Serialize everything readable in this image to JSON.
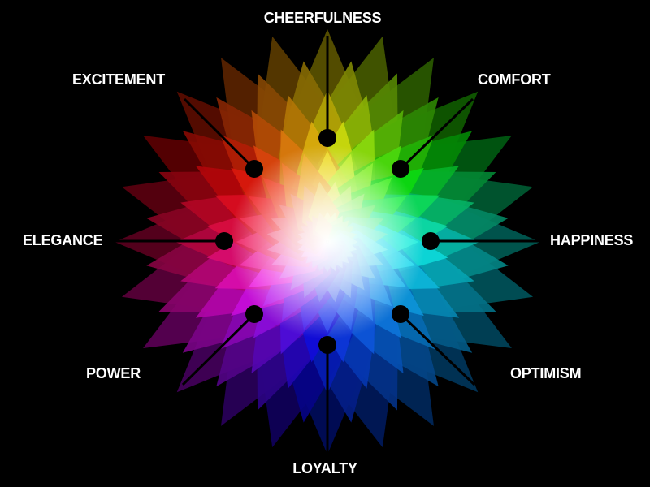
{
  "background_color": "#000000",
  "leader_color": "#000000",
  "wheel": {
    "rings": 7,
    "petals_per_ring": 24,
    "center_glow_color": "#ffffff",
    "hue_direction": "yellow at top, green right, blue bottom, magenta left, red upper-left"
  },
  "emotions": [
    {
      "label": "CHEERFULNESS",
      "hue": 55
    },
    {
      "label": "COMFORT",
      "hue": 110
    },
    {
      "label": "HAPPINESS",
      "hue": 175
    },
    {
      "label": "OPTIMISM",
      "hue": 205
    },
    {
      "label": "LOYALTY",
      "hue": 230
    },
    {
      "label": "POWER",
      "hue": 285
    },
    {
      "label": "ELEGANCE",
      "hue": 340
    },
    {
      "label": "EXCITEMENT",
      "hue": 15
    }
  ]
}
